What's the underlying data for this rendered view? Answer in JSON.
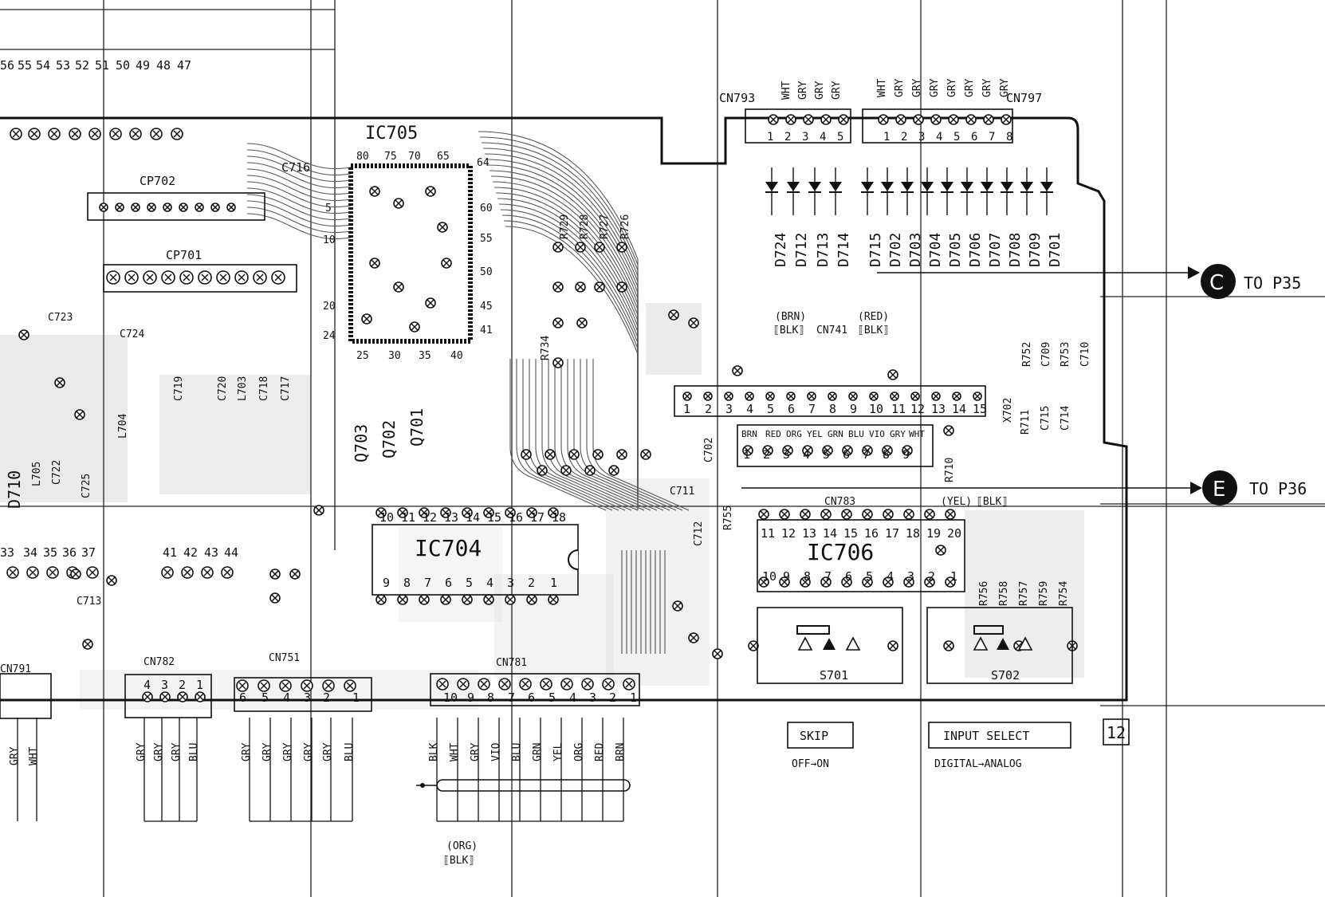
{
  "ic_labels": {
    "ic705": "IC705",
    "ic704": "IC704",
    "ic706": "IC706"
  },
  "transistors": [
    "Q703",
    "Q702",
    "Q701"
  ],
  "top_pins": [
    "56",
    "55",
    "54",
    "53",
    "52",
    "51",
    "50",
    "49",
    "48",
    "47"
  ],
  "left_pins": [
    "33",
    "34",
    "35",
    "36",
    "37"
  ],
  "mid_pins": [
    "41",
    "42",
    "43",
    "44"
  ],
  "cp_labels": [
    "CP702",
    "CP701"
  ],
  "cn793": {
    "label": "CN793",
    "wires": [
      "WHT",
      "GRY",
      "GRY",
      "GRY"
    ],
    "pins": [
      "1",
      "2",
      "3",
      "4",
      "5"
    ]
  },
  "cn797": {
    "label": "CN797",
    "wires": [
      "WHT",
      "GRY",
      "GRY",
      "GRY",
      "GRY",
      "GRY",
      "GRY",
      "GRY"
    ],
    "pins": [
      "1",
      "2",
      "3",
      "4",
      "5",
      "6",
      "7",
      "8"
    ]
  },
  "diodes_a": [
    "D724",
    "D712",
    "D713",
    "D714"
  ],
  "diodes_b": [
    "D715",
    "D702",
    "D703",
    "D704",
    "D705",
    "D706",
    "D707",
    "D708",
    "D709",
    "D701"
  ],
  "resistors_top": [
    "R729",
    "R728",
    "R727",
    "R726"
  ],
  "misc_labels": {
    "c716": "C716",
    "r734": "R734",
    "c723": "C723",
    "c724": "C724",
    "c725": "C725",
    "c719": "C719",
    "c720": "C720",
    "l703": "L703",
    "c718": "C718",
    "c717": "C717",
    "c715": "C715",
    "c714": "C714",
    "l704": "L704",
    "l705": "L705",
    "d710": "D710",
    "c722": "C722",
    "c713": "C713",
    "c712": "C712",
    "c711": "C711",
    "c702": "C702",
    "r755": "R755",
    "r710": "R710",
    "r711": "R711",
    "x702": "X702",
    "r752": "R752",
    "c709": "C709",
    "r753": "R753",
    "c710": "C710",
    "r756": "R756",
    "r758": "R758",
    "r757": "R757",
    "r759": "R759",
    "r754": "R754"
  },
  "cn741": {
    "label": "CN741",
    "brn": "(BRN)",
    "blk1": "⟦BLK⟧",
    "red": "(RED)",
    "blk2": "⟦BLK⟧",
    "pins": [
      "1",
      "2",
      "3",
      "4",
      "5",
      "6",
      "7",
      "8",
      "9",
      "10",
      "11",
      "12",
      "13",
      "14",
      "15"
    ]
  },
  "cn_mid": {
    "colors": [
      "BRN",
      "RED",
      "ORG",
      "YEL",
      "GRN",
      "BLU",
      "VIO",
      "GRY",
      "WHT"
    ],
    "pins": [
      "1",
      "2",
      "3",
      "4",
      "5",
      "6",
      "7",
      "8",
      "9"
    ]
  },
  "cn783": {
    "label": "CN783",
    "yel": "(YEL)",
    "blk": "⟦BLK⟧"
  },
  "ic704_pins_top": [
    "10",
    "11",
    "12",
    "13",
    "14",
    "15",
    "16",
    "17",
    "18"
  ],
  "ic704_pins_bottom": [
    "9",
    "8",
    "7",
    "6",
    "5",
    "4",
    "3",
    "2",
    "1"
  ],
  "ic706_pins_top": [
    "11",
    "12",
    "13",
    "14",
    "15",
    "16",
    "17",
    "18",
    "19",
    "20"
  ],
  "ic706_pins_bottom": [
    "10",
    "9",
    "8",
    "7",
    "6",
    "5",
    "4",
    "3",
    "2",
    "1"
  ],
  "connectors_bottom": {
    "cn791": {
      "label": "CN791",
      "wires": [
        "GRY",
        "WHT"
      ]
    },
    "cn782": {
      "label": "CN782",
      "pins": [
        "4",
        "3",
        "2",
        "1"
      ],
      "wires": [
        "GRY",
        "GRY",
        "GRY",
        "BLU"
      ]
    },
    "cn751": {
      "label": "CN751",
      "pins": [
        "6",
        "5",
        "4",
        "3",
        "2",
        "1"
      ],
      "wires": [
        "GRY",
        "GRY",
        "GRY",
        "GRY",
        "GRY",
        "BLU"
      ]
    },
    "cn781": {
      "label": "CN781",
      "pins": [
        "10",
        "9",
        "8",
        "7",
        "6",
        "5",
        "4",
        "3",
        "2",
        "1"
      ],
      "wires": [
        "BLK",
        "WHT",
        "GRY",
        "VIO",
        "BLU",
        "GRN",
        "YEL",
        "ORG",
        "RED",
        "BRN"
      ]
    }
  },
  "cn781_note": {
    "org": "(ORG)",
    "blk": "⟦BLK⟧"
  },
  "switches": {
    "s701": {
      "label": "S701",
      "name": "SKIP",
      "action": "OFF→ON"
    },
    "s702": {
      "label": "S702",
      "name": "INPUT SELECT",
      "action": "DIGITAL→ANALOG"
    }
  },
  "offpage": {
    "c": {
      "symbol": "C",
      "text": "TO P35"
    },
    "e": {
      "symbol": "E",
      "text": "TO P36"
    }
  },
  "page_number": "12"
}
